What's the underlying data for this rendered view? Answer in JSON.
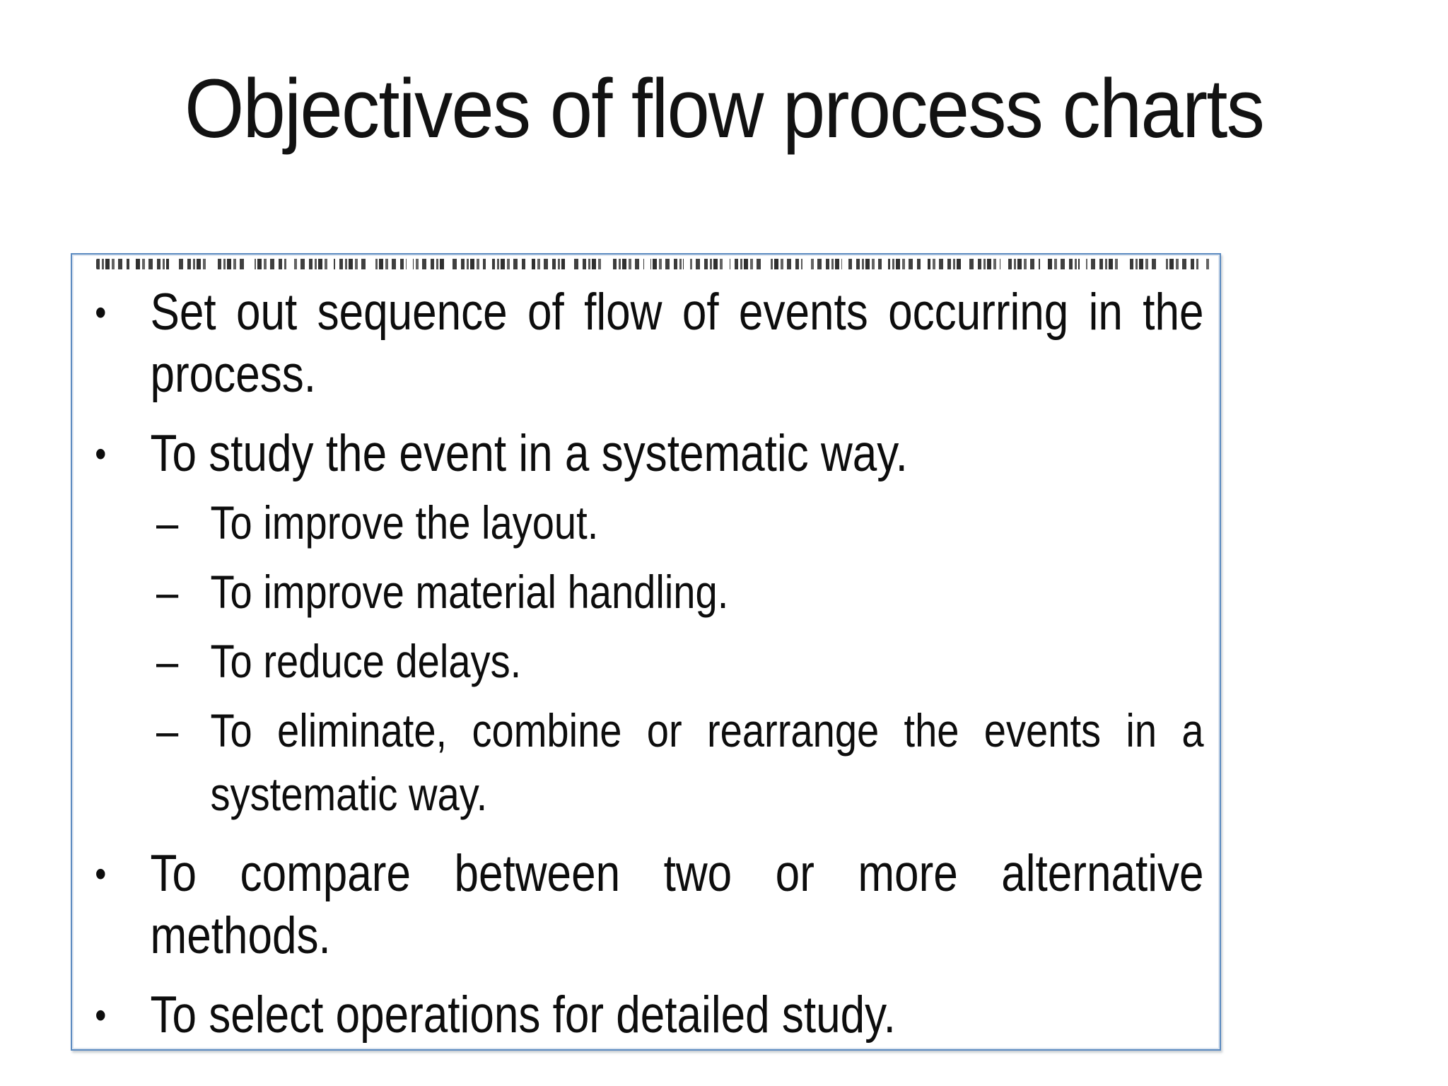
{
  "slide": {
    "title": "Objectives of flow process charts",
    "background_color": "#ffffff",
    "text_color": "#0d0d0d",
    "box_border_color": "#5b8ac0",
    "bullets": [
      {
        "level": 1,
        "marker": "•",
        "justified": true,
        "lines": [
          "Set out sequence of flow of events occurring in the",
          "process."
        ]
      },
      {
        "level": 1,
        "marker": "•",
        "justified": false,
        "lines": [
          "To study the event in a systematic way."
        ]
      },
      {
        "level": 2,
        "marker": "–",
        "justified": false,
        "lines": [
          "To improve the layout."
        ]
      },
      {
        "level": 2,
        "marker": "–",
        "justified": false,
        "lines": [
          "To improve material handling."
        ]
      },
      {
        "level": 2,
        "marker": "–",
        "justified": false,
        "lines": [
          "To reduce delays."
        ]
      },
      {
        "level": 2,
        "marker": "–",
        "justified": true,
        "lines": [
          "To eliminate, combine or rearrange the events in a",
          "systematic way."
        ]
      },
      {
        "level": 1,
        "marker": "•",
        "justified": true,
        "lines": [
          "To compare between two or more alternative",
          "methods."
        ]
      },
      {
        "level": 1,
        "marker": "•",
        "justified": false,
        "lines": [
          "To select operations for detailed study."
        ]
      }
    ]
  }
}
